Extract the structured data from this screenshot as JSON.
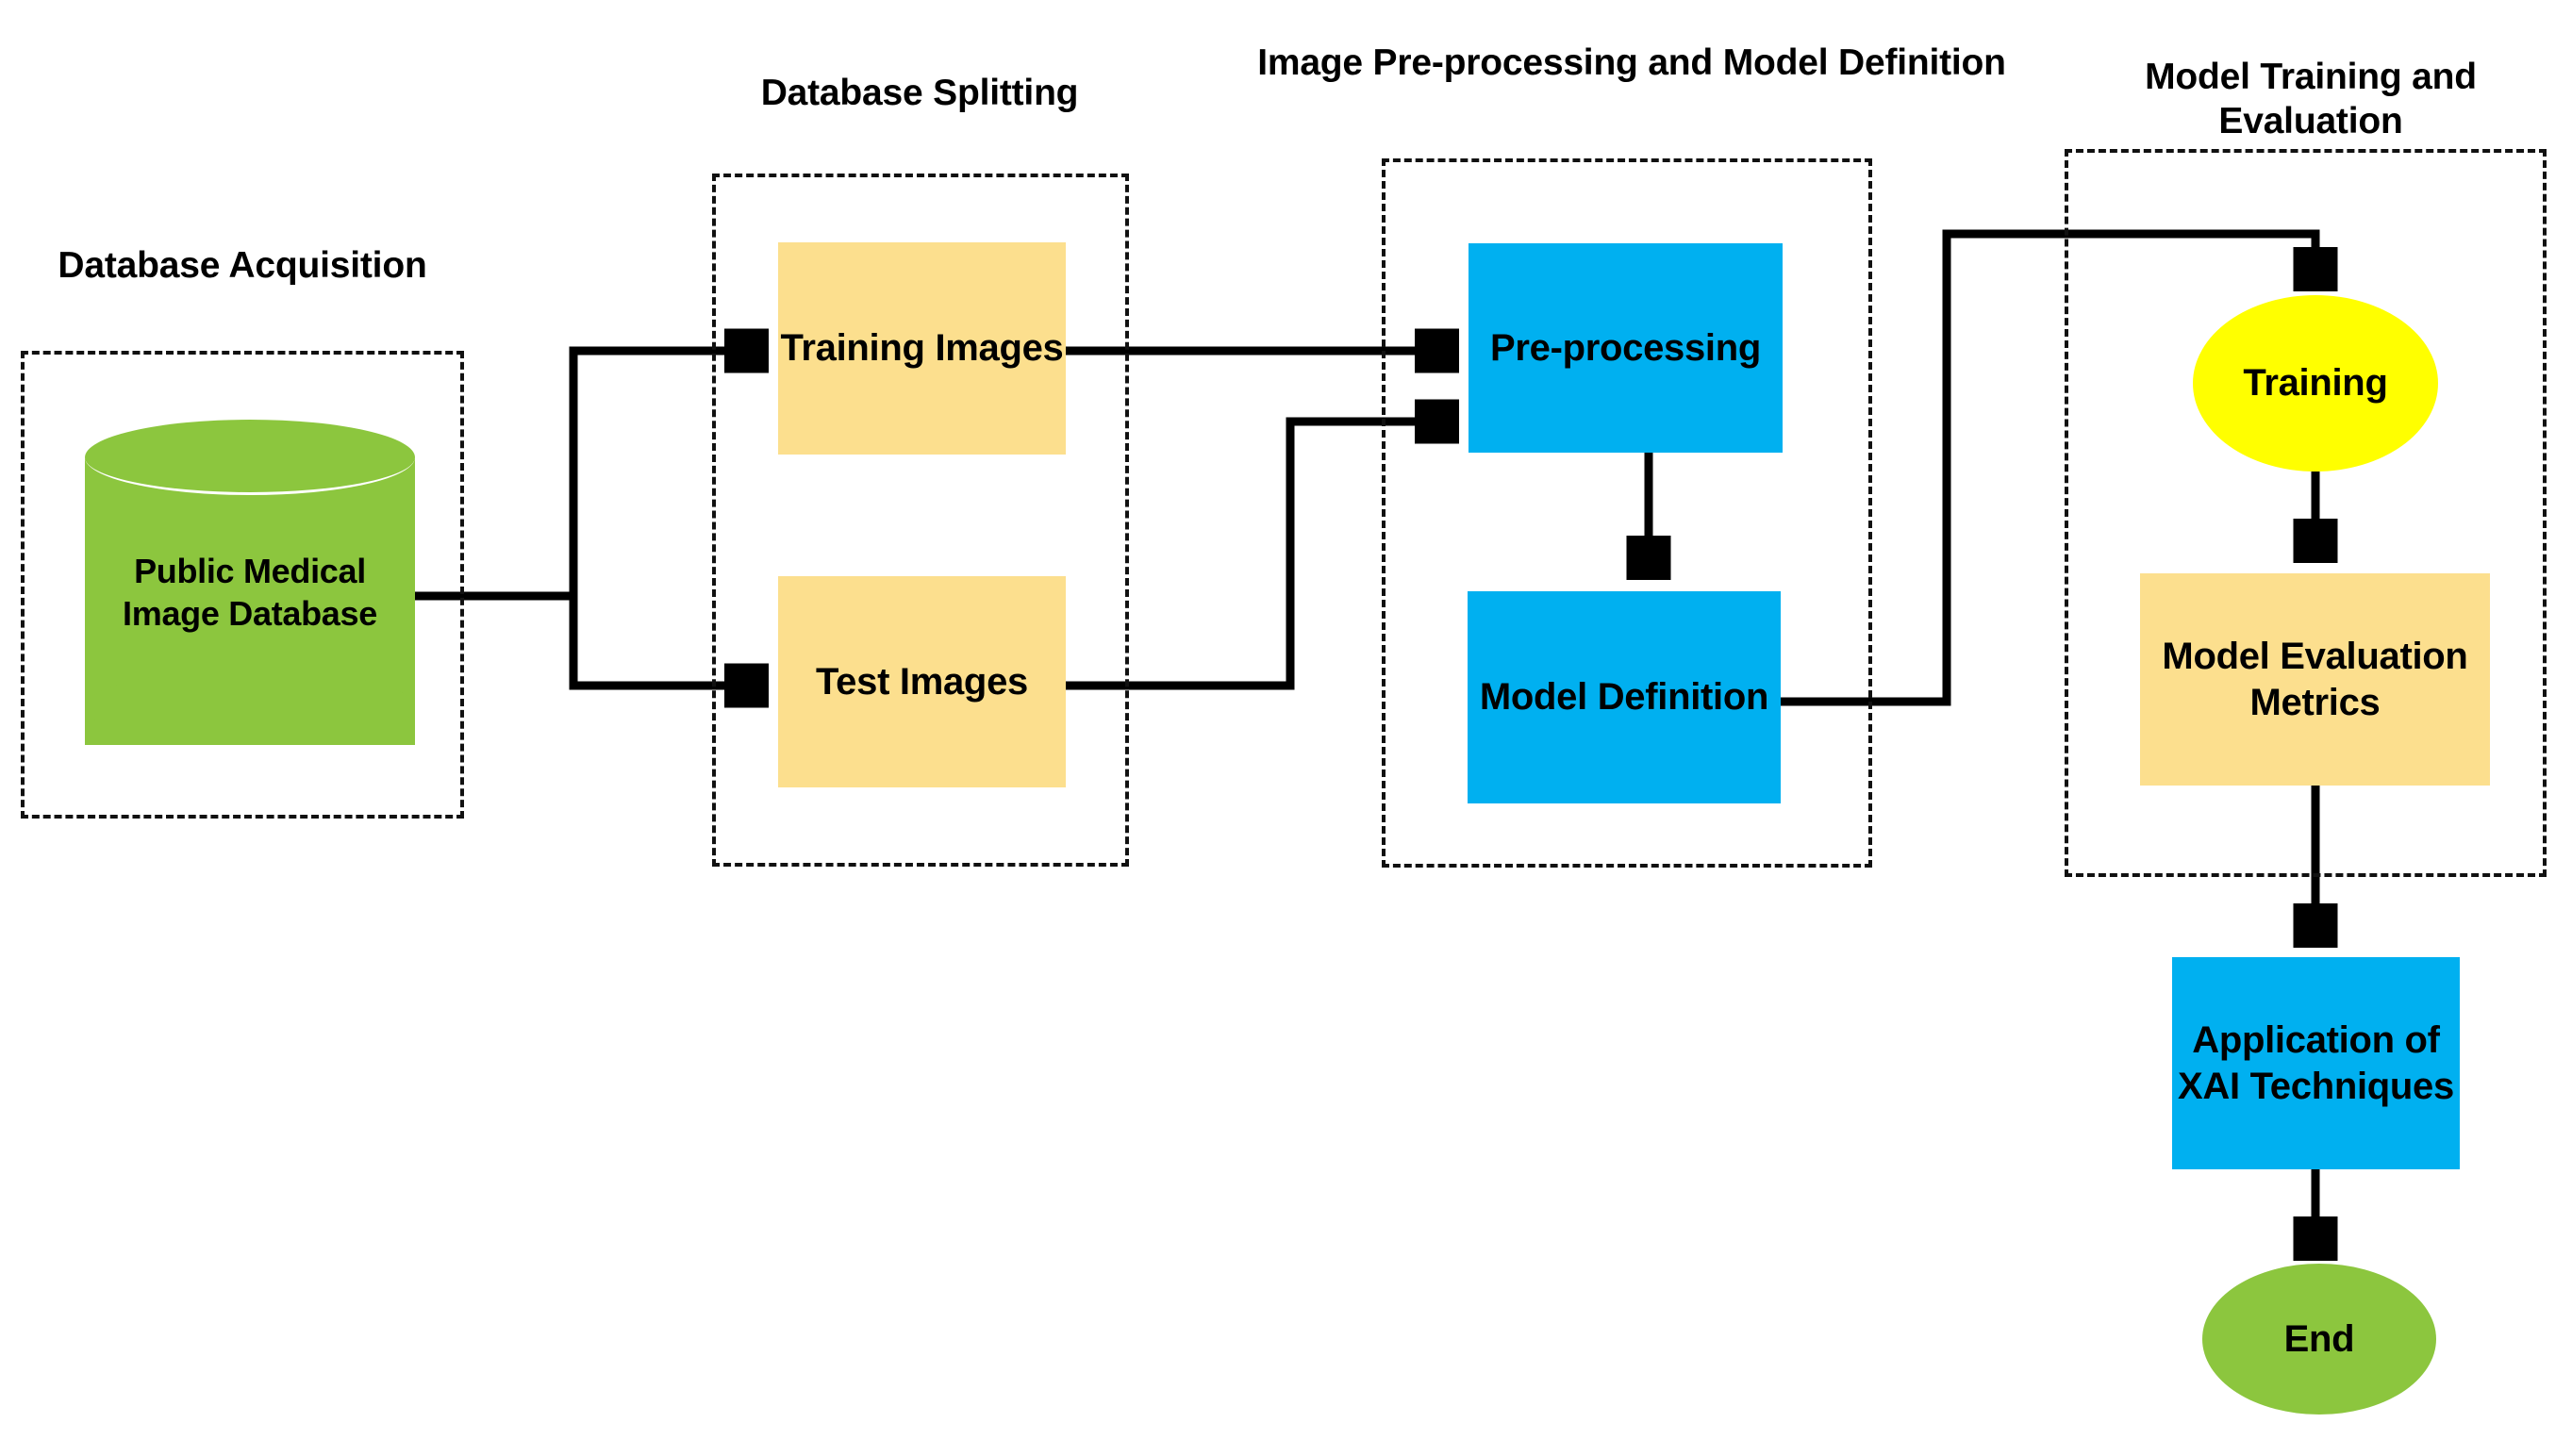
{
  "diagram": {
    "title_stage_1": "Database Acquisition",
    "title_stage_2": "Database Splitting",
    "title_stage_3": "Image Pre-processing and Model Definition",
    "title_stage_4": "Model Training and\nEvaluation",
    "nodes": {
      "database": "Public Medical\nImage Database",
      "training_images": "Training Images",
      "test_images": "Test Images",
      "preprocessing": "Pre-processing",
      "model_definition": "Model Definition",
      "training": "Training",
      "model_evaluation_metrics": "Model Evaluation\nMetrics",
      "xai": "Application of\nXAI Techniques",
      "end": "End"
    },
    "colors": {
      "orange": "#fcdf8e",
      "blue": "#00b0f0",
      "yellow": "#ffff00",
      "green": "#8cc63e",
      "line": "#000000",
      "dash_border": "#111111"
    }
  },
  "chart_data": {
    "type": "diagram",
    "title": "Explainable AI medical imaging pipeline flowchart",
    "stages": [
      {
        "name": "Database Acquisition",
        "nodes": [
          "Public Medical Image Database"
        ]
      },
      {
        "name": "Database Splitting",
        "nodes": [
          "Training Images",
          "Test Images"
        ]
      },
      {
        "name": "Image Pre-processing and Model Definition",
        "nodes": [
          "Pre-processing",
          "Model Definition"
        ]
      },
      {
        "name": "Model Training and Evaluation",
        "nodes": [
          "Training",
          "Model Evaluation Metrics"
        ]
      }
    ],
    "ungrouped_nodes": [
      "Application of XAI Techniques",
      "End"
    ],
    "edges": [
      {
        "from": "Public Medical Image Database",
        "to": "Training Images"
      },
      {
        "from": "Public Medical Image Database",
        "to": "Test Images"
      },
      {
        "from": "Training Images",
        "to": "Pre-processing"
      },
      {
        "from": "Test Images",
        "to": "Pre-processing"
      },
      {
        "from": "Pre-processing",
        "to": "Model Definition"
      },
      {
        "from": "Model Definition",
        "to": "Training"
      },
      {
        "from": "Training",
        "to": "Model Evaluation Metrics"
      },
      {
        "from": "Model Evaluation Metrics",
        "to": "Application of XAI Techniques"
      },
      {
        "from": "Application of XAI Techniques",
        "to": "End"
      }
    ]
  }
}
